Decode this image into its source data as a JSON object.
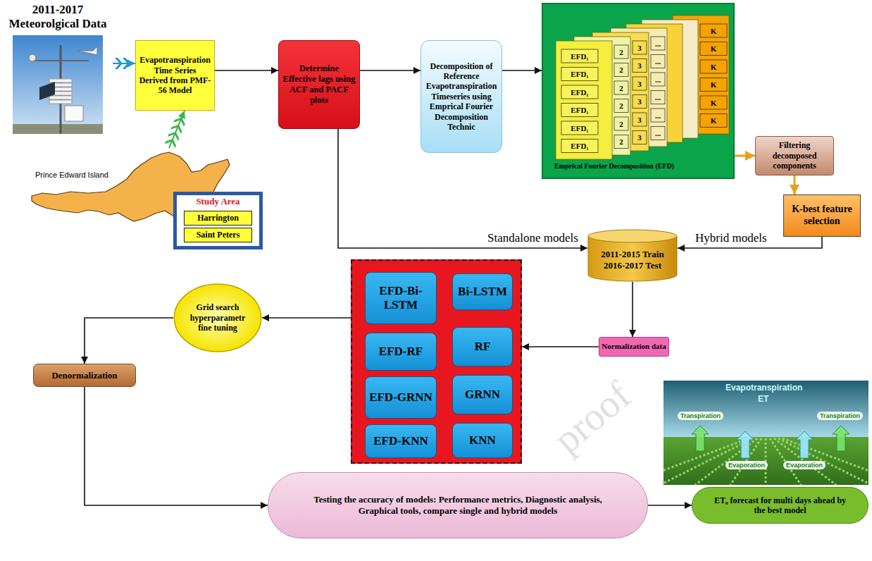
{
  "diagram": {
    "nodes": [
      {
        "text": [
          "2011-2017 Meteorolgical Data"
        ]
      },
      {
        "text": [
          "Prince Edward Island"
        ]
      },
      {
        "text": [
          "Study Area"
        ]
      },
      {
        "text": [
          "Harrington"
        ],
        "in": 2
      },
      {
        "text": [
          "Saint Peters"
        ],
        "in": 2
      },
      {
        "text": [
          "Evapotranspiration Time Series Derived from PMF-56 Model"
        ]
      },
      {
        "text": [
          "Determine Effective lags using ACF and PACF plots"
        ]
      },
      {
        "text": [
          "Decomposition of Reference Evapotranspiration Timeseries using Emprical Fourier Decomposition Technic"
        ]
      },
      {
        "text": [
          "Emprical Fourier Decomposition (EFD)"
        ]
      },
      {
        "text": [
          "Filtering decomposed components"
        ]
      },
      {
        "text": [
          "K-best feature selection"
        ]
      },
      {
        "text": [
          "2011-2015 Train 2016-2017 Test"
        ]
      },
      {
        "text": [
          "Normalization data"
        ]
      },
      {
        "text": []
      },
      {
        "text": [
          "EFD-Bi-LSTM"
        ],
        "in": 13
      },
      {
        "text": [
          "Bi-LSTM"
        ],
        "in": 13
      },
      {
        "text": [
          "EFD-RF"
        ],
        "in": 13
      },
      {
        "text": [
          "RF"
        ],
        "in": 13
      },
      {
        "text": [
          "EFD-GRNN"
        ],
        "in": 13
      },
      {
        "text": [
          "GRNN"
        ],
        "in": 13
      },
      {
        "text": [
          "EFD-KNN"
        ],
        "in": 13
      },
      {
        "text": [
          "KNN"
        ],
        "in": 13
      },
      {
        "text": [
          "Grid search hyperparametr fine tuning"
        ]
      },
      {
        "text": [
          "Denormalization"
        ]
      },
      {
        "text": [
          "Testing the accuracy of models: Performance metrics, Diagnostic analysis, Graphical tools, compare single and hybrid models"
        ]
      },
      {
        "text": [
          "ET₀ forecast for multi days ahead by the best model"
        ]
      }
    ],
    "edges": [
      {
        "from": 0,
        "to": 5,
        "arrow": "to"
      },
      {
        "from": 1,
        "to": 5,
        "arrow": "to"
      },
      {
        "from": 5,
        "to": 6,
        "arrow": "to"
      },
      {
        "from": 6,
        "to": 7,
        "arrow": "to"
      },
      {
        "from": 7,
        "to": 8,
        "arrow": "to"
      },
      {
        "from": 8,
        "to": 9,
        "arrow": "to"
      },
      {
        "from": 9,
        "to": 10,
        "arrow": "to"
      },
      {
        "from": 10,
        "to": 11,
        "label": "Hybrid models",
        "arrow": "to"
      },
      {
        "from": 6,
        "to": 11,
        "label": "Standalone models",
        "arrow": "to"
      },
      {
        "from": 11,
        "to": 12,
        "arrow": "to"
      },
      {
        "from": 12,
        "to": 13,
        "arrow": "to"
      },
      {
        "from": 13,
        "to": 22,
        "arrow": "to"
      },
      {
        "from": 22,
        "to": 23,
        "arrow": "to"
      },
      {
        "from": 23,
        "to": 24,
        "arrow": "to"
      },
      {
        "from": 24,
        "to": 25,
        "arrow": "to"
      }
    ],
    "labels": [
      "EFD₁",
      "EFD₁",
      "EFD₁",
      "EFD₁",
      "EFD₁",
      "EFD₁",
      "2",
      "2",
      "2",
      "2",
      "2",
      "2",
      "3",
      "3",
      "3",
      "3",
      "3",
      "3",
      "...",
      "...",
      "...",
      "...",
      "...",
      "...",
      "K",
      "K",
      "K",
      "K",
      "K",
      "K",
      "Evapotranspiration",
      "ET",
      "Transpiration",
      "Transpiration",
      "Evaporation",
      "Evaporation",
      "proof"
    ]
  }
}
